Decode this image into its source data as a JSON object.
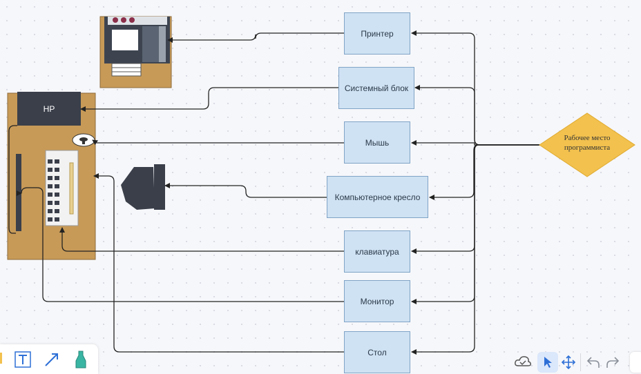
{
  "diagram": {
    "center": "Рабочее место программиста",
    "nodes": [
      {
        "id": "printer",
        "label": "Принтер"
      },
      {
        "id": "system_unit",
        "label": "Системный блок"
      },
      {
        "id": "mouse",
        "label": "Мышь"
      },
      {
        "id": "chair",
        "label": "Компьютерное кресло"
      },
      {
        "id": "keyboard",
        "label": "клавиатура"
      },
      {
        "id": "monitor",
        "label": "Монитор"
      },
      {
        "id": "desk",
        "label": "Стол"
      }
    ],
    "hp_label": "HP"
  },
  "toolbar": {
    "left_tools": [
      "text-tool-icon",
      "arrow-tool-icon",
      "pen-tool-icon"
    ],
    "right_tools": [
      "cloud-sync-icon",
      "pointer-icon",
      "pan-icon",
      "undo-icon",
      "redo-icon"
    ]
  }
}
